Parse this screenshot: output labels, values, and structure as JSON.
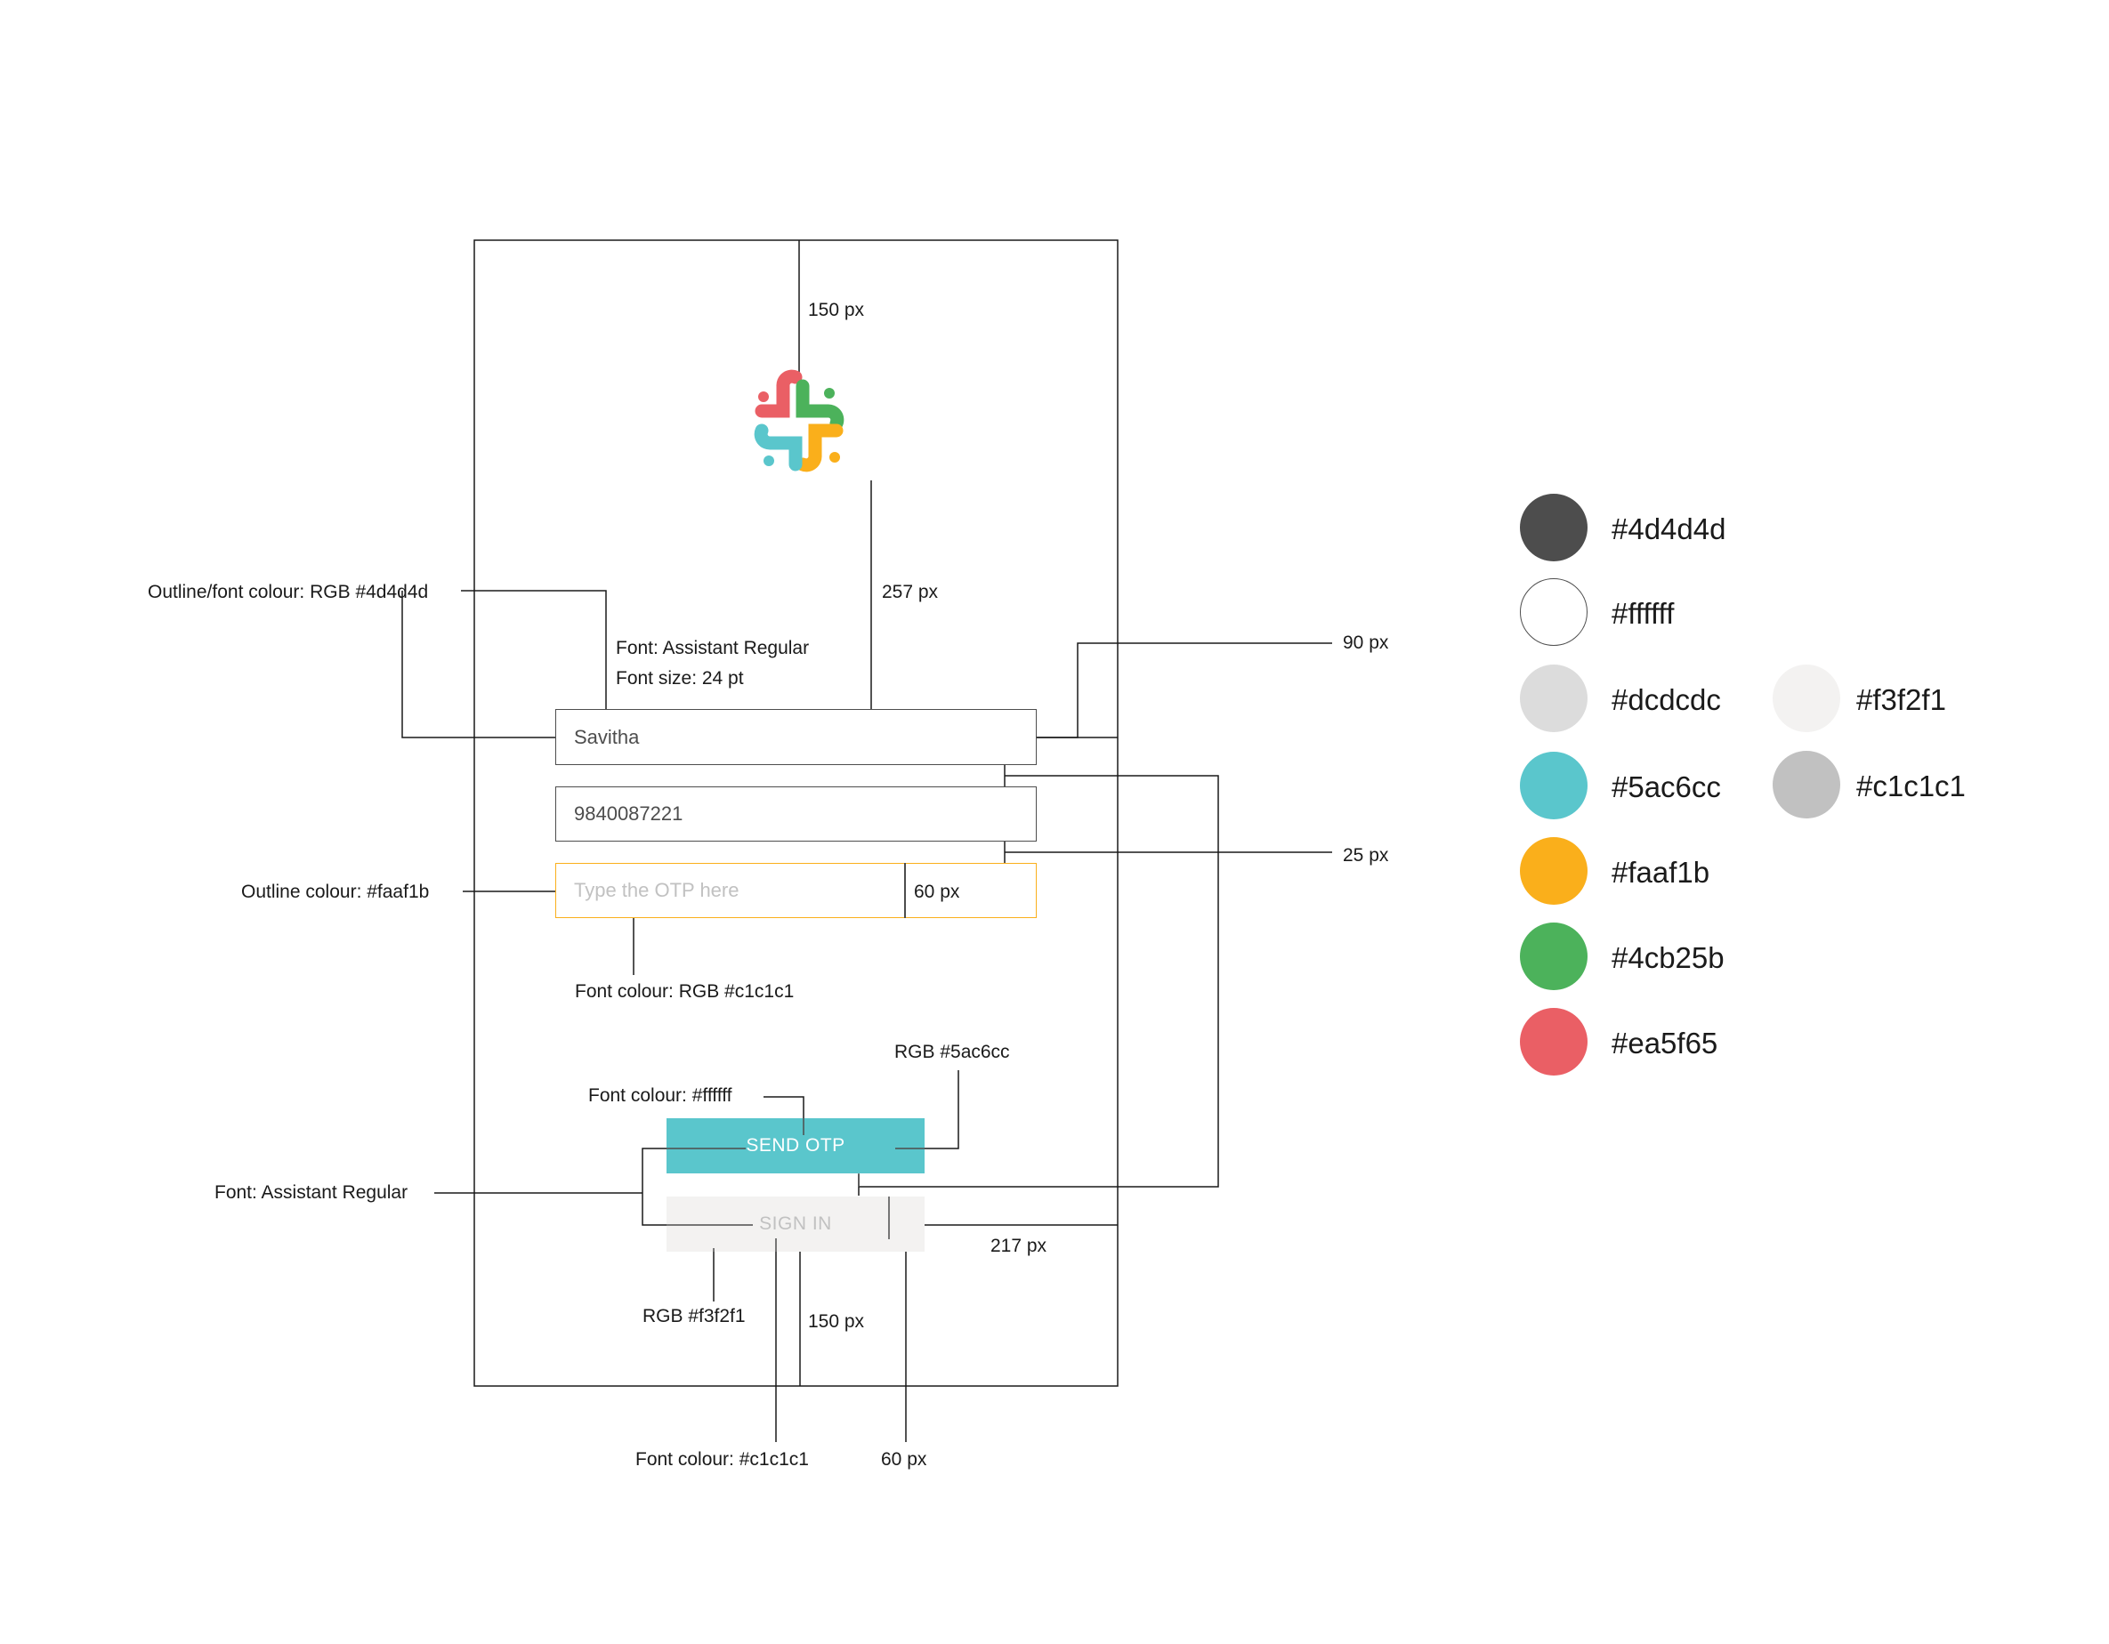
{
  "fields": {
    "name_value": "Savitha",
    "phone_value": "9840087221",
    "otp_placeholder": "Type the OTP here",
    "otp_width_label": "60 px"
  },
  "buttons": {
    "send_otp": "SEND OTP",
    "sign_in": "SIGN IN"
  },
  "annotations": {
    "top_margin": "150 px",
    "logo_gap": "257 px",
    "outline_font_colour": "Outline/font colour: RGB #4d4d4d",
    "font_family": "Font: Assistant Regular",
    "font_size": "Font size: 24 pt",
    "field_height": "90 px",
    "field_gap": "25 px",
    "otp_outline": "Outline colour: #faaf1b",
    "otp_font_colour": "Font colour: RGB #c1c1c1",
    "send_rgb": "RGB #5ac6cc",
    "send_font_colour": "Font colour: #ffffff",
    "button_font": "Font: Assistant Regular",
    "buttons_gap": "217 px",
    "signin_rgb": "RGB #f3f2f1",
    "bottom_margin": "150 px",
    "signin_font_colour": "Font colour: #c1c1c1",
    "button_height": "60 px"
  },
  "palette": [
    {
      "hex": "#4d4d4d",
      "label": "#4d4d4d"
    },
    {
      "hex": "#ffffff",
      "label": "#ffffff"
    },
    {
      "hex": "#dcdcdc",
      "label": "#dcdcdc"
    },
    {
      "hex": "#5ac6cc",
      "label": "#5ac6cc"
    },
    {
      "hex": "#faaf1b",
      "label": "#faaf1b"
    },
    {
      "hex": "#4cb25b",
      "label": "#4cb25b"
    },
    {
      "hex": "#ea5f65",
      "label": "#ea5f65"
    },
    {
      "hex": "#f3f2f1",
      "label": "#f3f2f1"
    },
    {
      "hex": "#c1c1c1",
      "label": "#c1c1c1"
    }
  ]
}
